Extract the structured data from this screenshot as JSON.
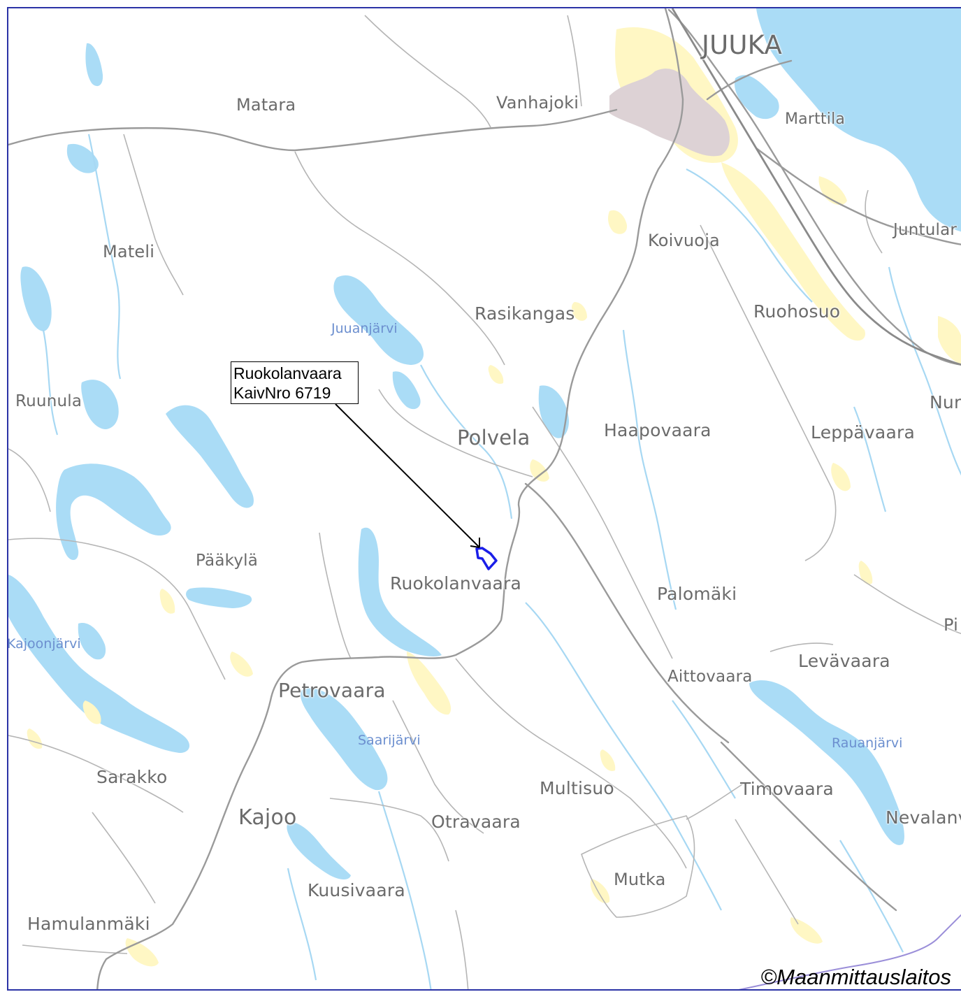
{
  "map": {
    "colors": {
      "water": "#aadcf6",
      "field": "#fff7c4",
      "urban": "#ddd2d5",
      "road": "#9a9a9a",
      "stream": "#a7d8f3",
      "parcel": "#1a1ee8",
      "border": "#9b8fd9"
    },
    "callout": {
      "line1": "Ruokolanvaara",
      "line2": "KaivNro 6719"
    },
    "copyright": "©Maanmittauslaitos",
    "places": [
      {
        "id": "juuka",
        "label": "JUUKA"
      },
      {
        "id": "matara",
        "label": "Matara"
      },
      {
        "id": "vanhajoki",
        "label": "Vanhajoki"
      },
      {
        "id": "marttila",
        "label": "Marttila"
      },
      {
        "id": "koivuoja",
        "label": "Koivuoja"
      },
      {
        "id": "juntula",
        "label": "Juntular"
      },
      {
        "id": "mateli",
        "label": "Mateli"
      },
      {
        "id": "rasikangas",
        "label": "Rasikangas"
      },
      {
        "id": "ruohosuo",
        "label": "Ruohosuo"
      },
      {
        "id": "ruunula",
        "label": "Ruunula"
      },
      {
        "id": "polvela",
        "label": "Polvela"
      },
      {
        "id": "haapovaara",
        "label": "Haapovaara"
      },
      {
        "id": "leppavaara",
        "label": "Leppävaara"
      },
      {
        "id": "nur",
        "label": "Nur"
      },
      {
        "id": "paakyla",
        "label": "Pääkylä"
      },
      {
        "id": "ruokolanvaara",
        "label": "Ruokolanvaara"
      },
      {
        "id": "palomaki",
        "label": "Palomäki"
      },
      {
        "id": "pi",
        "label": "Pi"
      },
      {
        "id": "levavaara",
        "label": "Levävaara"
      },
      {
        "id": "aittovaara",
        "label": "Aittovaara"
      },
      {
        "id": "petrovaara",
        "label": "Petrovaara"
      },
      {
        "id": "sarakko",
        "label": "Sarakko"
      },
      {
        "id": "multisuo",
        "label": "Multisuo"
      },
      {
        "id": "timovaara",
        "label": "Timovaara"
      },
      {
        "id": "nevalanv",
        "label": "Nevalanv"
      },
      {
        "id": "kajoo",
        "label": "Kajoo"
      },
      {
        "id": "otravaara",
        "label": "Otravaara"
      },
      {
        "id": "mutka",
        "label": "Mutka"
      },
      {
        "id": "kuusivaara",
        "label": "Kuusivaara"
      },
      {
        "id": "hamulanmaki",
        "label": "Hamulanmäki"
      }
    ],
    "lakes": [
      {
        "id": "juuanjarvi",
        "label": "Juuanjärvi"
      },
      {
        "id": "kajoonjarvi",
        "label": "Kajoonjärvi"
      },
      {
        "id": "saarijarvi",
        "label": "Saarijärvi"
      },
      {
        "id": "rauanjarvi",
        "label": "Rauanjärvi"
      }
    ]
  }
}
